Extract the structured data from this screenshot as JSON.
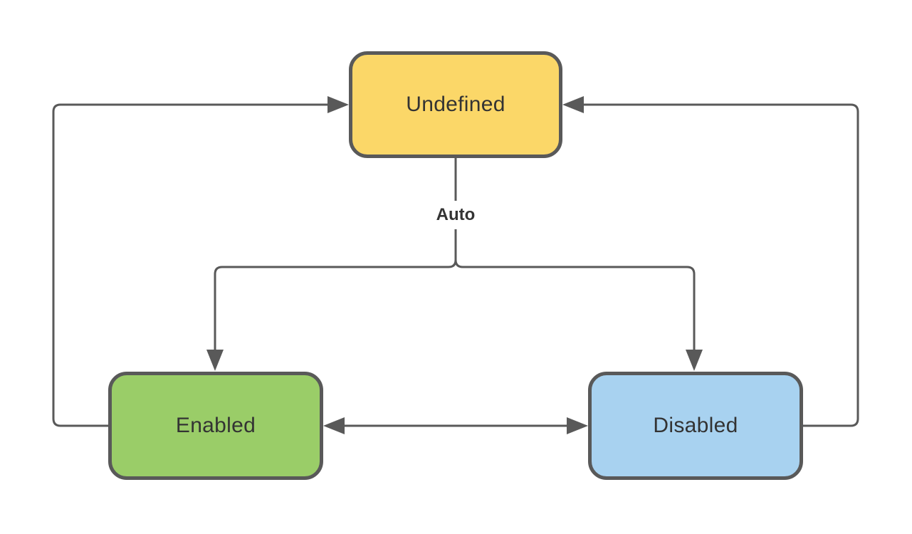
{
  "diagram": {
    "type": "state-diagram",
    "background_color": "#ffffff",
    "line_color": "#595959",
    "text_color": "#333333",
    "nodes": {
      "undefined": {
        "label": "Undefined",
        "fill": "#FBD768",
        "border": "#595959"
      },
      "enabled": {
        "label": "Enabled",
        "fill": "#9ACD68",
        "border": "#595959"
      },
      "disabled": {
        "label": "Disabled",
        "fill": "#A8D2F0",
        "border": "#595959"
      }
    },
    "auto_label": "Auto",
    "edges": [
      {
        "from": "Enabled",
        "to": "Undefined",
        "label": "",
        "bidirectional": false
      },
      {
        "from": "Disabled",
        "to": "Undefined",
        "label": "",
        "bidirectional": false
      },
      {
        "from": "Undefined",
        "to": "Enabled",
        "label": "Auto",
        "bidirectional": false
      },
      {
        "from": "Undefined",
        "to": "Disabled",
        "label": "Auto",
        "bidirectional": false
      },
      {
        "from": "Enabled",
        "to": "Disabled",
        "label": "",
        "bidirectional": true
      }
    ]
  }
}
